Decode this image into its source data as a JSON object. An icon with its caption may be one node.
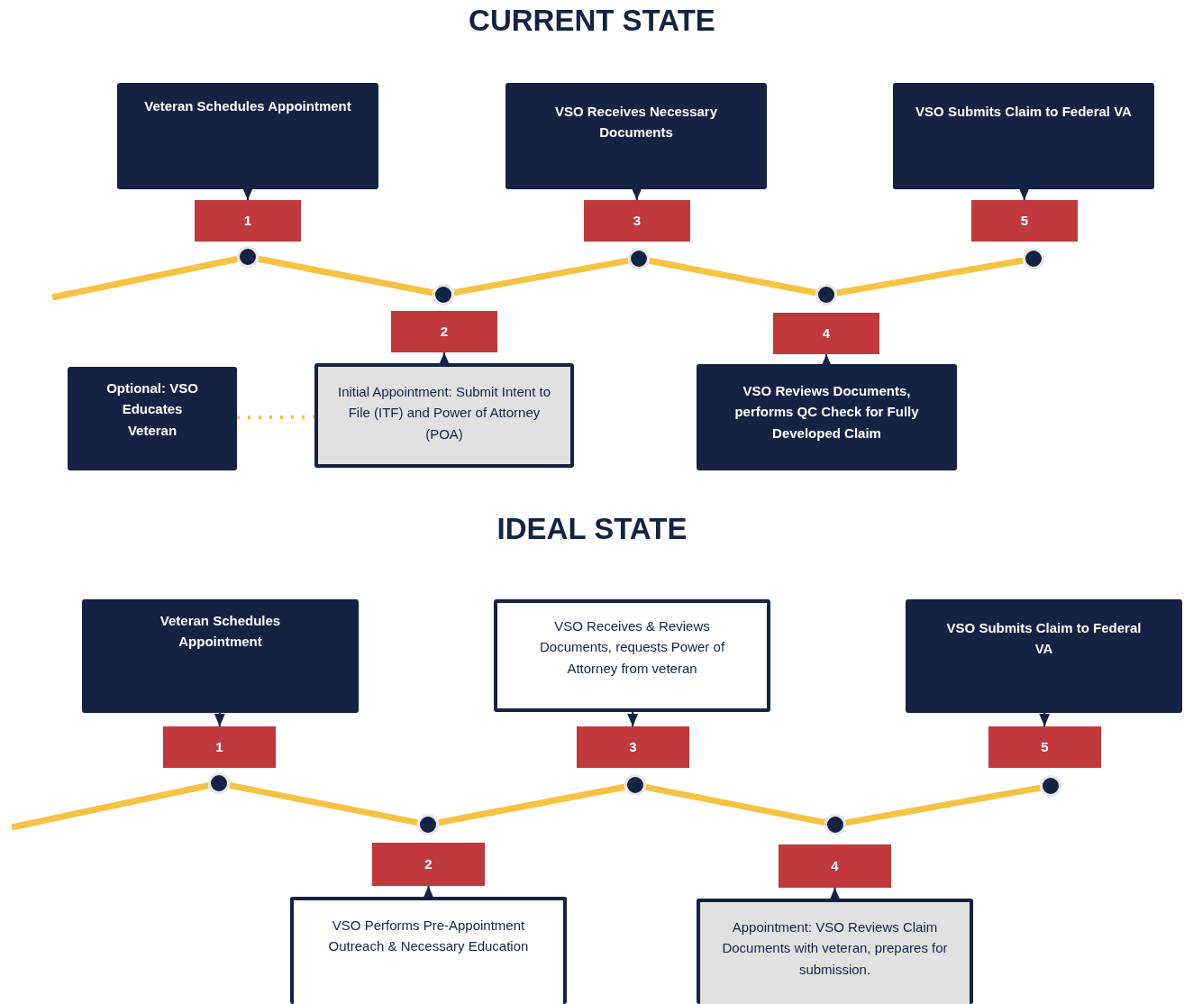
{
  "diagram": {
    "nodes": [
      {
        "text": [
          "Veteran Schedules Appointment"
        ]
      },
      {
        "text": [
          "VSO Receives Necessary Documents"
        ]
      },
      {
        "text": [
          "VSO Submits Claim to Federal VA"
        ]
      },
      {
        "text": [
          "1"
        ]
      },
      {
        "text": [
          "3"
        ]
      },
      {
        "text": [
          "5"
        ]
      },
      {
        "text": [],
        "shape": "circle"
      },
      {
        "text": [],
        "shape": "circle"
      },
      {
        "text": [],
        "shape": "circle"
      },
      {
        "text": [],
        "shape": "circle"
      },
      {
        "text": [],
        "shape": "circle"
      },
      {
        "text": [
          "2"
        ]
      },
      {
        "text": [
          "4"
        ]
      },
      {
        "text": [
          "Optional: VSO Educates Veteran"
        ]
      },
      {
        "text": [
          "Initial Appointment: Submit Intent to File (ITF) and Power of Attorney (POA)"
        ]
      },
      {
        "text": [
          "VSO Reviews Documents, performs QC Check for Fully Developed Claim"
        ]
      },
      {
        "text": [
          "Veteran Schedules Appointment"
        ]
      },
      {
        "text": [
          "VSO Receives & Reviews Documents, requests Power of Attorney from veteran"
        ]
      },
      {
        "text": [
          "VSO Submits Claim to Federal VA"
        ]
      },
      {
        "text": [
          "1"
        ]
      },
      {
        "text": [
          "3"
        ]
      },
      {
        "text": [
          "5"
        ]
      },
      {
        "text": [],
        "shape": "circle"
      },
      {
        "text": [],
        "shape": "circle"
      },
      {
        "text": [],
        "shape": "circle"
      },
      {
        "text": [],
        "shape": "circle"
      },
      {
        "text": [],
        "shape": "circle"
      },
      {
        "text": [
          "2"
        ]
      },
      {
        "text": [
          "4"
        ]
      },
      {
        "text": [
          "VSO Performs Pre-Appointment Outreach & Necessary Education"
        ]
      },
      {
        "text": [
          "Appointment: VSO Reviews Claim Documents with veteran, prepares for submission."
        ]
      }
    ],
    "edges": [
      {
        "from": null,
        "to": 6,
        "arrow": "none"
      },
      {
        "from": 6,
        "to": 7,
        "arrow": "none"
      },
      {
        "from": 7,
        "to": 8,
        "arrow": "none"
      },
      {
        "from": 8,
        "to": 9,
        "arrow": "none"
      },
      {
        "from": 9,
        "to": 10,
        "arrow": "none"
      },
      {
        "from": 0,
        "to": 3,
        "arrow": "to",
        "color": "#142244"
      },
      {
        "from": 1,
        "to": 4,
        "arrow": "to",
        "color": "#142244"
      },
      {
        "from": 2,
        "to": 5,
        "arrow": "to",
        "color": "#142244"
      },
      {
        "from": 14,
        "to": 11,
        "arrow": "to",
        "color": "#142244"
      },
      {
        "from": 15,
        "to": 12,
        "arrow": "to",
        "color": "#142244"
      },
      {
        "from": 13,
        "to": 14,
        "arrow": "none",
        "style": "dashed"
      },
      {
        "from": null,
        "to": 22,
        "arrow": "none"
      },
      {
        "from": 22,
        "to": 23,
        "arrow": "none"
      },
      {
        "from": 23,
        "to": 24,
        "arrow": "none"
      },
      {
        "from": 24,
        "to": 25,
        "arrow": "none"
      },
      {
        "from": 25,
        "to": 26,
        "arrow": "none"
      },
      {
        "from": 16,
        "to": 19,
        "arrow": "to",
        "color": "#142244"
      },
      {
        "from": 17,
        "to": 20,
        "arrow": "to",
        "color": "#142244"
      },
      {
        "from": 18,
        "to": 21,
        "arrow": "to",
        "color": "#142244"
      },
      {
        "from": 29,
        "to": 27,
        "arrow": "to",
        "color": "#142244"
      },
      {
        "from": 30,
        "to": 28,
        "arrow": "to",
        "color": "#142244"
      }
    ],
    "labels": [
      "CURRENT STATE",
      "IDEAL STATE"
    ]
  }
}
